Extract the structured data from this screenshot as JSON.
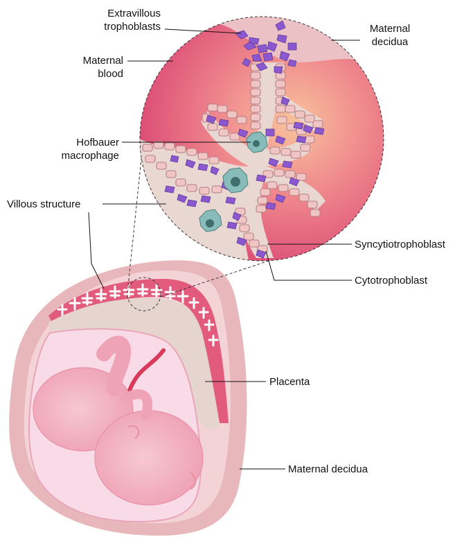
{
  "labels": {
    "extravillous_1": "Extravillous",
    "extravillous_2": "trophoblasts",
    "maternal_decidua_top_1": "Maternal",
    "maternal_decidua_top_2": "decidua",
    "maternal_blood_1": "Maternal",
    "maternal_blood_2": "blood",
    "hofbauer_1": "Hofbauer",
    "hofbauer_2": "macrophage",
    "villous_structure": "Villous structure",
    "syncytiotrophoblast": "Syncytiotrophoblast",
    "cytotrophoblast": "Cytotrophoblast",
    "placenta": "Placenta",
    "maternal_decidua_bottom": "Maternal decidua"
  },
  "colors": {
    "decidua_outer": "#e8b8bc",
    "decidua_light": "#f3d7d9",
    "placenta": "#e6d6d0",
    "maternal_blood": "#e0587a",
    "maternal_blood_center": "#f6b89a",
    "amniotic": "#f8dbe6",
    "fetus": "#f3b6c4",
    "trophoblast": "#8a5bd0",
    "villus_cell": "#f0c9c7",
    "macrophage": "#7fb5b3"
  }
}
